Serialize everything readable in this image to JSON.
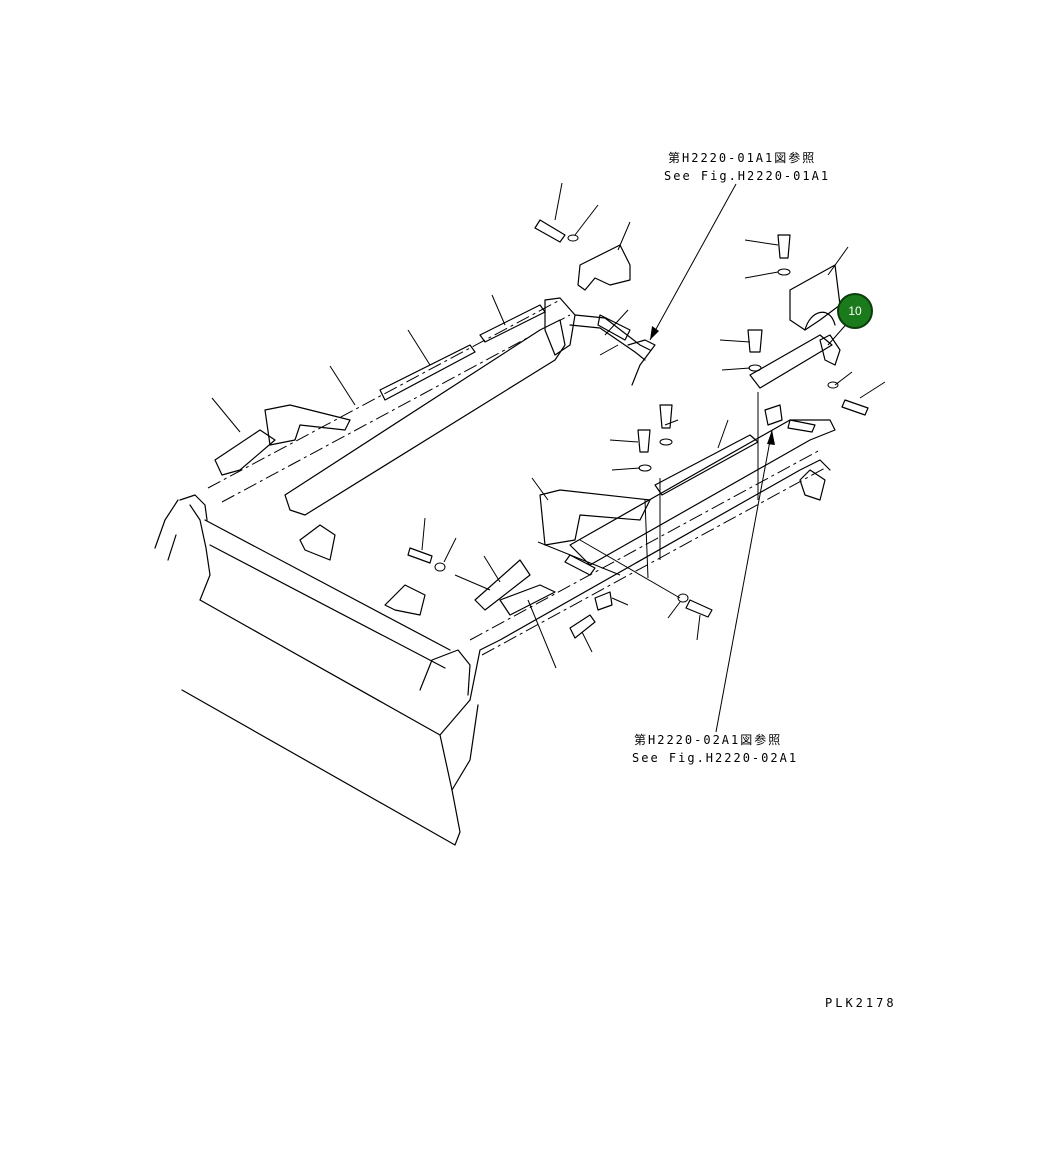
{
  "references": [
    {
      "jp": "第H2220-01A1図参照",
      "en": "See Fig.H2220-01A1"
    },
    {
      "jp": "第H2220-02A1図参照",
      "en": "See Fig.H2220-02A1"
    }
  ],
  "callout": {
    "number": "10",
    "color": "#1b7a1b"
  },
  "plate_code": "PLK2178"
}
